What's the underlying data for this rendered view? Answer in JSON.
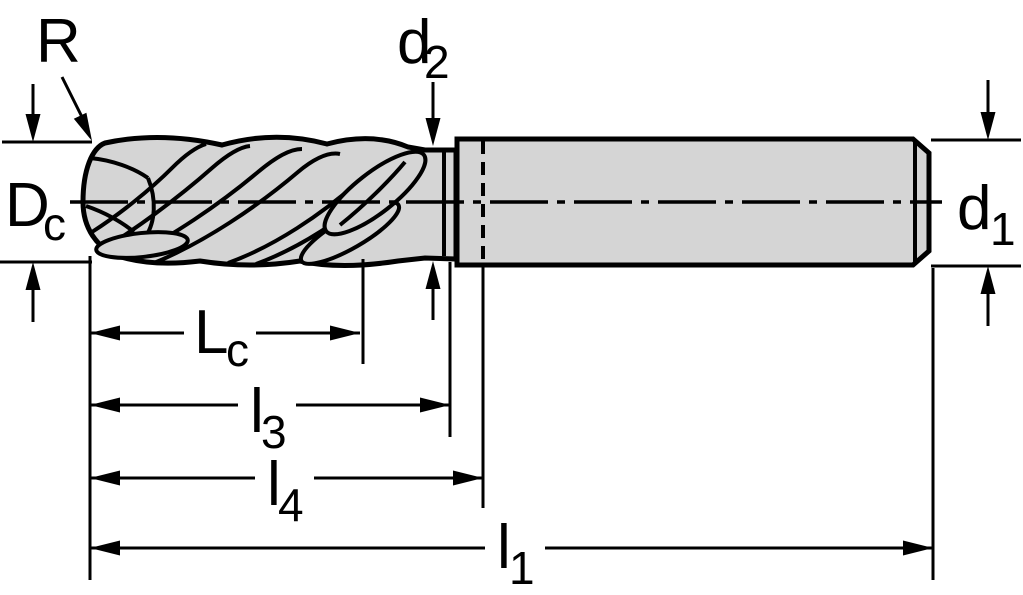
{
  "drawing": {
    "title": "end-mill-dimension-diagram",
    "labels": {
      "R": {
        "base": "R",
        "sub": ""
      },
      "Dc": {
        "base": "D",
        "sub": "c"
      },
      "d2": {
        "base": "d",
        "sub": "2"
      },
      "d1": {
        "base": "d",
        "sub": "1"
      },
      "Lc": {
        "base": "L",
        "sub": "c"
      },
      "l3": {
        "base": "l",
        "sub": "3"
      },
      "l4": {
        "base": "l",
        "sub": "4"
      },
      "l1": {
        "base": "l",
        "sub": "1"
      }
    },
    "colors": {
      "line": "#000000",
      "tool_fill": "#d5d5d5",
      "background": "#ffffff"
    }
  }
}
